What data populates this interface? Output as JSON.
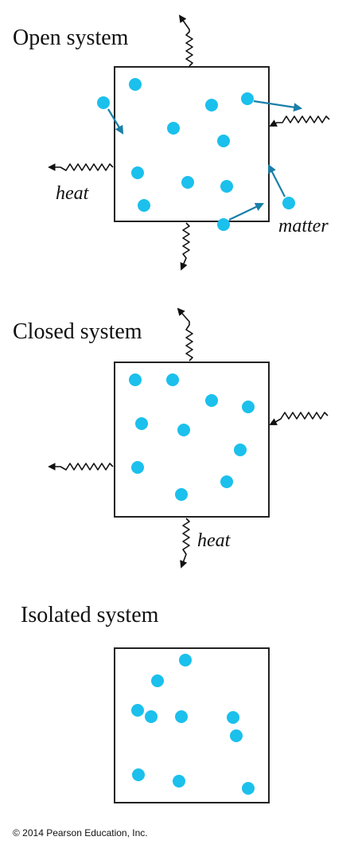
{
  "colors": {
    "particle": "#1bc0ec",
    "matter_arrow": "#1a7fa8",
    "heat_arrow": "#111111",
    "box": "#222222"
  },
  "panels": {
    "open": {
      "title": "Open system",
      "heat_label": "heat",
      "matter_label": "matter"
    },
    "closed": {
      "title": "Closed system",
      "heat_label": "heat"
    },
    "isolated": {
      "title": "Isolated system"
    }
  },
  "copyright": "© 2014 Pearson Education, Inc."
}
